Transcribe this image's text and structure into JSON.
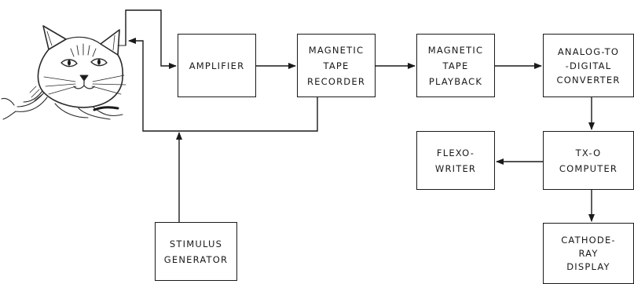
{
  "blocks": {
    "amplifier": [
      "AMPLIFIER"
    ],
    "recorder": [
      "MAGNETIC",
      "TAPE",
      "RECORDER"
    ],
    "playback": [
      "MAGNETIC",
      "TAPE",
      "PLAYBACK"
    ],
    "adc": [
      "ANALOG-TO",
      "-DIGITAL",
      "CONVERTER"
    ],
    "flexo": [
      "FLEXO-",
      "WRITER"
    ],
    "tx0": [
      "TX-O",
      "COMPUTER"
    ],
    "stimulus": [
      "STIMULUS",
      "GENERATOR"
    ],
    "crt": [
      "CATHODE-",
      "RAY",
      "DISPLAY"
    ]
  }
}
